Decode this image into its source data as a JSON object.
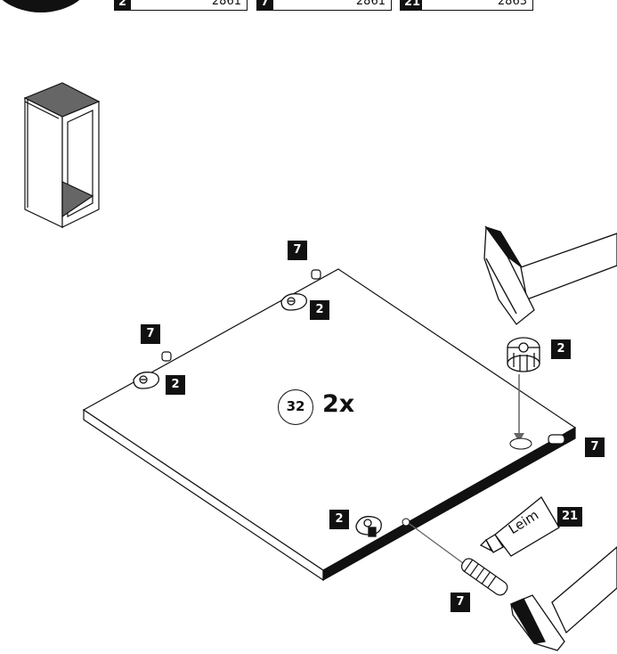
{
  "parts_bar": [
    {
      "num": "2",
      "code": "2861"
    },
    {
      "num": "7",
      "code": "2861"
    },
    {
      "num": "21",
      "code": "2863"
    }
  ],
  "callouts": {
    "dowel_top": "7",
    "cam_top": "2",
    "dowel_left": "7",
    "cam_left": "2",
    "cam_right": "2",
    "dowel_right": "7",
    "cam_front": "2",
    "glue": "21",
    "dowel_bottom": "7"
  },
  "panel": {
    "part_number": "32",
    "quantity": "2x"
  },
  "glue_label": "Leim"
}
